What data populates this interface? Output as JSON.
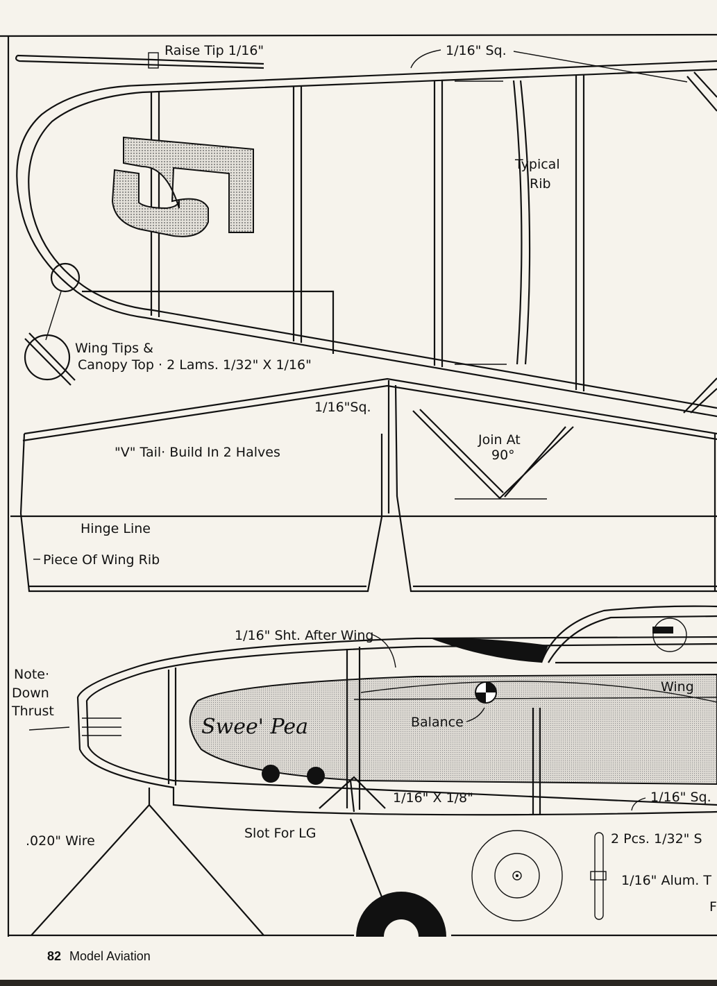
{
  "drawing": {
    "wing_number": "5",
    "labels": {
      "raise_tip": "Raise Tip 1/16\"",
      "top_sq": "1/16\" Sq.",
      "typical_rib_1": "Typical",
      "typical_rib_2": "Rib",
      "wing_tips_1": "Wing Tips &",
      "wing_tips_2": "Canopy Top · 2 Lams. 1/32\" X 1/16\"",
      "tail_sq": "1/16\"Sq.",
      "v_tail": "\"V\" Tail· Build In 2 Halves",
      "join_at": "Join At",
      "angle": "90°",
      "hinge_line": "Hinge Line",
      "wing_rib_piece": "Piece Of Wing Rib",
      "sheet_after_wing": "1/16\" Sht. After Wing",
      "note_1": "Note·",
      "note_2": "Down",
      "note_3": "Thrust",
      "wing": "Wing",
      "balance": "Balance",
      "name_script": "Swee' Pea",
      "strip_size": "1/16\" X 1/8\"",
      "bottom_sq": "1/16\" Sq.",
      "slot_lg": "Slot For LG",
      "wire": ".020\" Wire",
      "pcs": "2 Pcs. 1/32\" S",
      "alum_tube": "1/16\" Alum. T",
      "cut_f": "F"
    }
  },
  "footer": {
    "page_number": "82",
    "magazine": "Model Aviation"
  }
}
